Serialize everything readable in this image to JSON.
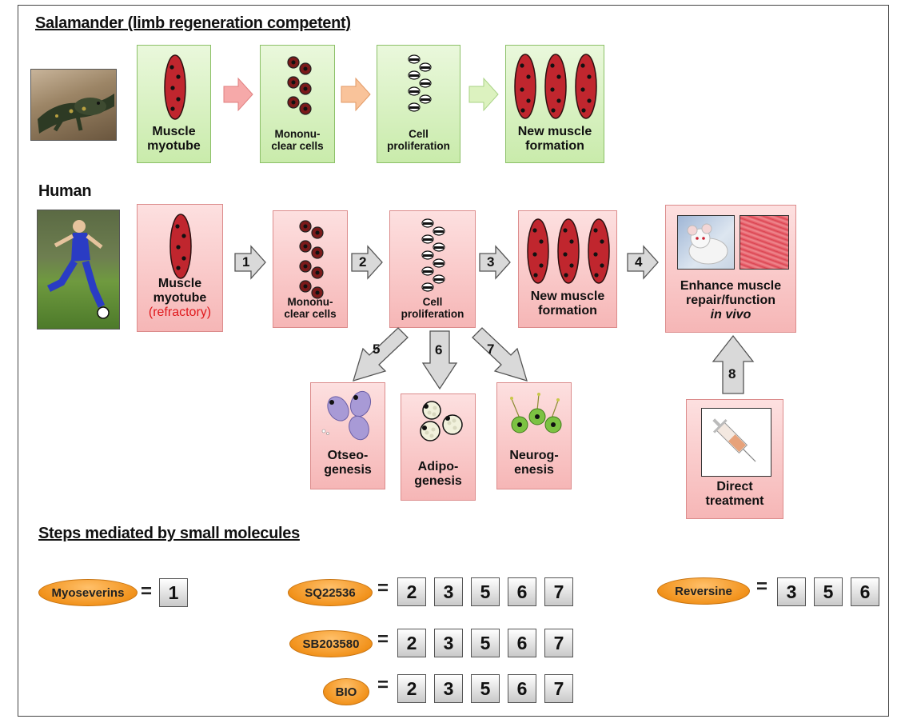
{
  "sections": {
    "salamander": "Salamander (limb regeneration competent)",
    "human": "Human",
    "steps": "Steps mediated by small molecules"
  },
  "salamander_row": [
    {
      "line1": "Muscle",
      "line2": "myotube"
    },
    {
      "line1": "Mononu-",
      "line2": "clear cells"
    },
    {
      "line1": "Cell",
      "line2": "proliferation"
    },
    {
      "line1": "New muscle",
      "line2": "formation"
    }
  ],
  "human_row": [
    {
      "line1": "Muscle",
      "line2": "myotube",
      "line3": "(refractory)"
    },
    {
      "line1": "Mononu-",
      "line2": "clear cells"
    },
    {
      "line1": "Cell",
      "line2": "proliferation"
    },
    {
      "line1": "New muscle",
      "line2": "formation"
    },
    {
      "line1": "Enhance muscle",
      "line2": "repair/function",
      "line3": "in vivo"
    }
  ],
  "fates": [
    {
      "line1": "Otseo-",
      "line2": "genesis"
    },
    {
      "line1": "Adipo-",
      "line2": "genesis"
    },
    {
      "line1": "Neurog-",
      "line2": "enesis"
    }
  ],
  "direct": {
    "line1": "Direct",
    "line2": "treatment"
  },
  "step_numbers": [
    "1",
    "2",
    "3",
    "4",
    "5",
    "6",
    "7",
    "8"
  ],
  "molecules": [
    {
      "name": "Myoseverins",
      "eq": "=",
      "steps": [
        "1"
      ]
    },
    {
      "name": "SQ22536",
      "eq": "=",
      "steps": [
        "2",
        "3",
        "5",
        "6",
        "7"
      ]
    },
    {
      "name": "SB203580",
      "eq": "=",
      "steps": [
        "2",
        "3",
        "5",
        "6",
        "7"
      ]
    },
    {
      "name": "BIO",
      "eq": "=",
      "steps": [
        "2",
        "3",
        "5",
        "6",
        "7"
      ]
    },
    {
      "name": "Reversine",
      "eq": "=",
      "steps": [
        "3",
        "5",
        "6"
      ]
    }
  ],
  "colors": {
    "green_box": "#c9ebab",
    "pink_box": "#f6b6b6",
    "myotube_red": "#c0262e",
    "refractory_text": "#e0191d",
    "pill_orange": "#f2931d",
    "osteo_purple": "#a89ad6",
    "neuro_green": "#7cc242"
  }
}
